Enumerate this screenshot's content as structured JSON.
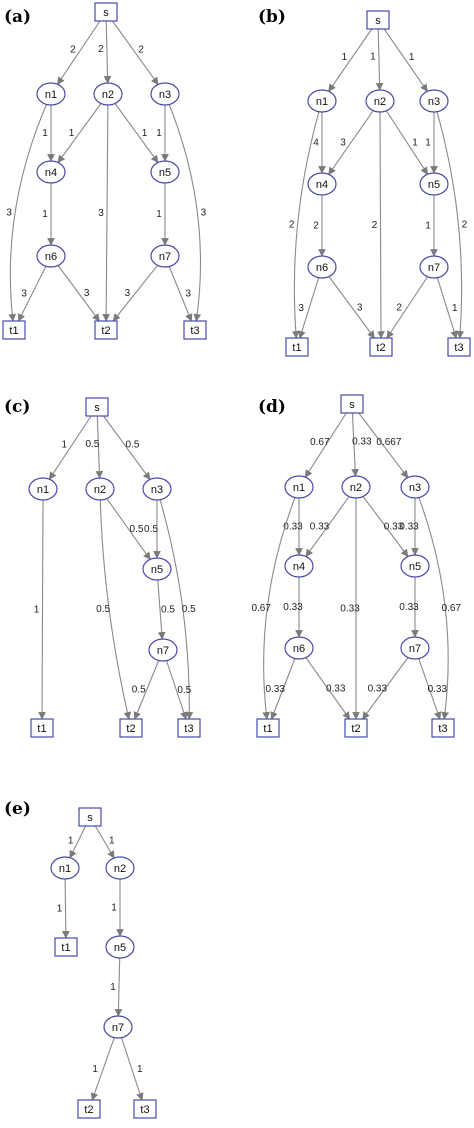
{
  "colors": {
    "node_stroke": "#4a4aa8",
    "edge": "#8a8a8a",
    "text": "#111111"
  },
  "panels": [
    {
      "id": "a",
      "label": "(a)",
      "nodes": [
        {
          "id": "s",
          "label": "s",
          "shape": "box"
        },
        {
          "id": "n1",
          "label": "n1",
          "shape": "ellipse"
        },
        {
          "id": "n2",
          "label": "n2",
          "shape": "ellipse"
        },
        {
          "id": "n3",
          "label": "n3",
          "shape": "ellipse"
        },
        {
          "id": "n4",
          "label": "n4",
          "shape": "ellipse"
        },
        {
          "id": "n5",
          "label": "n5",
          "shape": "ellipse"
        },
        {
          "id": "n6",
          "label": "n6",
          "shape": "ellipse"
        },
        {
          "id": "n7",
          "label": "n7",
          "shape": "ellipse"
        },
        {
          "id": "t1",
          "label": "t1",
          "shape": "box"
        },
        {
          "id": "t2",
          "label": "t2",
          "shape": "box"
        },
        {
          "id": "t3",
          "label": "t3",
          "shape": "box"
        }
      ],
      "edges": [
        {
          "from": "s",
          "to": "n1",
          "label": "2"
        },
        {
          "from": "s",
          "to": "n2",
          "label": "2"
        },
        {
          "from": "s",
          "to": "n3",
          "label": "2"
        },
        {
          "from": "n1",
          "to": "n4",
          "label": "1"
        },
        {
          "from": "n2",
          "to": "n4",
          "label": "1"
        },
        {
          "from": "n2",
          "to": "n5",
          "label": "1"
        },
        {
          "from": "n3",
          "to": "n5",
          "label": "1"
        },
        {
          "from": "n1",
          "to": "t1",
          "label": "3"
        },
        {
          "from": "n2",
          "to": "t2",
          "label": "3"
        },
        {
          "from": "n3",
          "to": "t3",
          "label": "3"
        },
        {
          "from": "n4",
          "to": "n6",
          "label": "1"
        },
        {
          "from": "n5",
          "to": "n7",
          "label": "1"
        },
        {
          "from": "n6",
          "to": "t1",
          "label": "3"
        },
        {
          "from": "n6",
          "to": "t2",
          "label": "3"
        },
        {
          "from": "n7",
          "to": "t2",
          "label": "3"
        },
        {
          "from": "n7",
          "to": "t3",
          "label": "3"
        }
      ]
    },
    {
      "id": "b",
      "label": "(b)",
      "nodes": [
        {
          "id": "s",
          "label": "s",
          "shape": "box"
        },
        {
          "id": "n1",
          "label": "n1",
          "shape": "ellipse"
        },
        {
          "id": "n2",
          "label": "n2",
          "shape": "ellipse"
        },
        {
          "id": "n3",
          "label": "n3",
          "shape": "ellipse"
        },
        {
          "id": "n4",
          "label": "n4",
          "shape": "ellipse"
        },
        {
          "id": "n5",
          "label": "n5",
          "shape": "ellipse"
        },
        {
          "id": "n6",
          "label": "n6",
          "shape": "ellipse"
        },
        {
          "id": "n7",
          "label": "n7",
          "shape": "ellipse"
        },
        {
          "id": "t1",
          "label": "t1",
          "shape": "box"
        },
        {
          "id": "t2",
          "label": "t2",
          "shape": "box"
        },
        {
          "id": "t3",
          "label": "t3",
          "shape": "box"
        }
      ],
      "edges": [
        {
          "from": "s",
          "to": "n1",
          "label": "1"
        },
        {
          "from": "s",
          "to": "n2",
          "label": "1"
        },
        {
          "from": "s",
          "to": "n3",
          "label": "1"
        },
        {
          "from": "n1",
          "to": "n4",
          "label": "4"
        },
        {
          "from": "n2",
          "to": "n4",
          "label": "3"
        },
        {
          "from": "n2",
          "to": "n5",
          "label": "1"
        },
        {
          "from": "n3",
          "to": "n5",
          "label": "1"
        },
        {
          "from": "n1",
          "to": "t1",
          "label": "2"
        },
        {
          "from": "n2",
          "to": "t2",
          "label": "2"
        },
        {
          "from": "n3",
          "to": "t3",
          "label": "2"
        },
        {
          "from": "n4",
          "to": "n6",
          "label": "2"
        },
        {
          "from": "n5",
          "to": "n7",
          "label": "1"
        },
        {
          "from": "n6",
          "to": "t1",
          "label": "3"
        },
        {
          "from": "n6",
          "to": "t2",
          "label": "3"
        },
        {
          "from": "n7",
          "to": "t2",
          "label": "2"
        },
        {
          "from": "n7",
          "to": "t3",
          "label": "1"
        }
      ]
    },
    {
      "id": "c",
      "label": "(c)",
      "nodes": [
        {
          "id": "s",
          "label": "s",
          "shape": "box"
        },
        {
          "id": "n1",
          "label": "n1",
          "shape": "ellipse"
        },
        {
          "id": "n2",
          "label": "n2",
          "shape": "ellipse"
        },
        {
          "id": "n3",
          "label": "n3",
          "shape": "ellipse"
        },
        {
          "id": "n5",
          "label": "n5",
          "shape": "ellipse"
        },
        {
          "id": "n7",
          "label": "n7",
          "shape": "ellipse"
        },
        {
          "id": "t1",
          "label": "t1",
          "shape": "box"
        },
        {
          "id": "t2",
          "label": "t2",
          "shape": "box"
        },
        {
          "id": "t3",
          "label": "t3",
          "shape": "box"
        }
      ],
      "edges": [
        {
          "from": "s",
          "to": "n1",
          "label": "1"
        },
        {
          "from": "s",
          "to": "n2",
          "label": "0.5"
        },
        {
          "from": "s",
          "to": "n3",
          "label": "0.5"
        },
        {
          "from": "n2",
          "to": "n5",
          "label": "0.5"
        },
        {
          "from": "n3",
          "to": "n5",
          "label": "0.5"
        },
        {
          "from": "n1",
          "to": "t1",
          "label": "1"
        },
        {
          "from": "n2",
          "to": "t2",
          "label": "0.5"
        },
        {
          "from": "n3",
          "to": "t3",
          "label": "0.5"
        },
        {
          "from": "n5",
          "to": "n7",
          "label": "0.5"
        },
        {
          "from": "n7",
          "to": "t2",
          "label": "0.5"
        },
        {
          "from": "n7",
          "to": "t3",
          "label": "0.5"
        }
      ]
    },
    {
      "id": "d",
      "label": "(d)",
      "nodes": [
        {
          "id": "s",
          "label": "s",
          "shape": "box"
        },
        {
          "id": "n1",
          "label": "n1",
          "shape": "ellipse"
        },
        {
          "id": "n2",
          "label": "n2",
          "shape": "ellipse"
        },
        {
          "id": "n3",
          "label": "n3",
          "shape": "ellipse"
        },
        {
          "id": "n4",
          "label": "n4",
          "shape": "ellipse"
        },
        {
          "id": "n5",
          "label": "n5",
          "shape": "ellipse"
        },
        {
          "id": "n6",
          "label": "n6",
          "shape": "ellipse"
        },
        {
          "id": "n7",
          "label": "n7",
          "shape": "ellipse"
        },
        {
          "id": "t1",
          "label": "t1",
          "shape": "box"
        },
        {
          "id": "t2",
          "label": "t2",
          "shape": "box"
        },
        {
          "id": "t3",
          "label": "t3",
          "shape": "box"
        }
      ],
      "edges": [
        {
          "from": "s",
          "to": "n1",
          "label": "0.67"
        },
        {
          "from": "s",
          "to": "n2",
          "label": "0.33"
        },
        {
          "from": "s",
          "to": "n3",
          "label": "0.667"
        },
        {
          "from": "n1",
          "to": "n4",
          "label": "0.33"
        },
        {
          "from": "n2",
          "to": "n4",
          "label": "0.33"
        },
        {
          "from": "n2",
          "to": "n5",
          "label": "0.33"
        },
        {
          "from": "n3",
          "to": "n5",
          "label": "0.33"
        },
        {
          "from": "n1",
          "to": "t1",
          "label": "0.67"
        },
        {
          "from": "n2",
          "to": "t2",
          "label": "0.33"
        },
        {
          "from": "n3",
          "to": "t3",
          "label": "0.67"
        },
        {
          "from": "n4",
          "to": "n6",
          "label": "0.33"
        },
        {
          "from": "n5",
          "to": "n7",
          "label": "0.33"
        },
        {
          "from": "n6",
          "to": "t1",
          "label": "0.33"
        },
        {
          "from": "n6",
          "to": "t2",
          "label": "0.33"
        },
        {
          "from": "n7",
          "to": "t2",
          "label": "0.33"
        },
        {
          "from": "n7",
          "to": "t3",
          "label": "0.33"
        }
      ]
    },
    {
      "id": "e",
      "label": "(e)",
      "nodes": [
        {
          "id": "s",
          "label": "s",
          "shape": "box"
        },
        {
          "id": "n1",
          "label": "n1",
          "shape": "ellipse"
        },
        {
          "id": "n2",
          "label": "n2",
          "shape": "ellipse"
        },
        {
          "id": "t1",
          "label": "t1",
          "shape": "box"
        },
        {
          "id": "n5",
          "label": "n5",
          "shape": "ellipse"
        },
        {
          "id": "n7",
          "label": "n7",
          "shape": "ellipse"
        },
        {
          "id": "t2",
          "label": "t2",
          "shape": "box"
        },
        {
          "id": "t3",
          "label": "t3",
          "shape": "box"
        }
      ],
      "edges": [
        {
          "from": "s",
          "to": "n1",
          "label": "1"
        },
        {
          "from": "s",
          "to": "n2",
          "label": "1"
        },
        {
          "from": "n1",
          "to": "t1",
          "label": "1"
        },
        {
          "from": "n2",
          "to": "n5",
          "label": "1"
        },
        {
          "from": "n5",
          "to": "n7",
          "label": "1"
        },
        {
          "from": "n7",
          "to": "t2",
          "label": "1"
        },
        {
          "from": "n7",
          "to": "t3",
          "label": "1"
        }
      ]
    }
  ]
}
